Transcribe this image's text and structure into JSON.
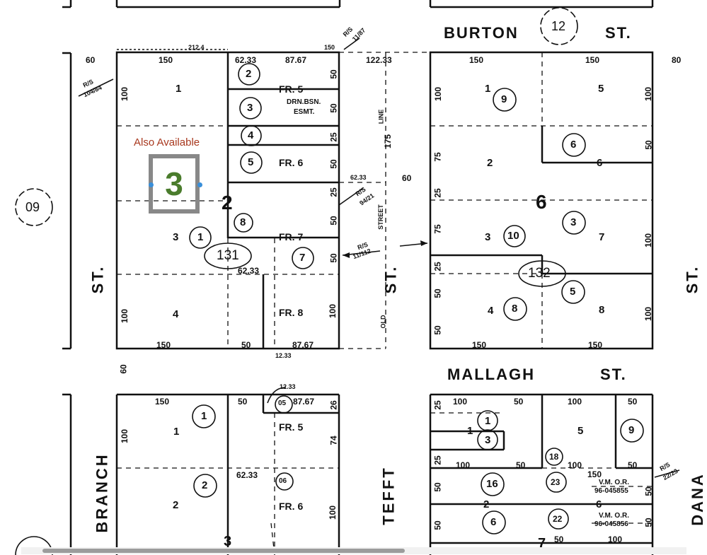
{
  "streets": {
    "burton": "BURTON",
    "burton_st": "ST.",
    "mallagh": "MALLAGH",
    "mallagh_st": "ST.",
    "left_st": "ST.",
    "branch": "BRANCH",
    "middle_st": "ST.",
    "tefft": "TEFFT",
    "right_st": "ST.",
    "dana": "DANA"
  },
  "book_circles": {
    "top": "12",
    "left": "09"
  },
  "block_numbers": {
    "left_block": "2",
    "right_block": "6",
    "left_oval": "131",
    "right_oval": "132"
  },
  "overlay": {
    "also_available": "Also Available",
    "badge_number": "3",
    "bottom_circle_partial": "3"
  },
  "labels": {
    "drainage": "DRN.BSN.",
    "easement": "ESMT.",
    "street_line": "LINE",
    "street_word": "STREET",
    "old": "OLD",
    "rs_1": "R/S",
    "rs_1_val": "11/87",
    "rs_2": "R/S",
    "rs_2_val": "104/84",
    "rs_3": "R/S",
    "rs_3_val": "94/21",
    "rs_4": "R/S",
    "rs_4_val": "11/112",
    "rs_5": "R/S",
    "rs_5_val": "22/23",
    "vm1": "V.M.  O.R.",
    "vm1_val": "96-045855",
    "vm2": "V.M.  O.R.",
    "vm2_val": "96-045856"
  },
  "dims": {
    "d60a": "60",
    "d150a": "150",
    "d2124": "212.4",
    "d6233a": "62.33",
    "d8767a": "87.67",
    "d150b": "150",
    "d12233": "122.33",
    "d150c": "150",
    "d150d": "150",
    "d80": "80",
    "d60b": "60",
    "d6233b": "62.33",
    "d6233c": "62.33",
    "d150e": "150",
    "d50a": "50",
    "d8767b": "87.67",
    "d1233a": "12.33",
    "d150f": "150",
    "d150g": "150",
    "d60c": "60",
    "d1233b": "12.33",
    "d150h": "150",
    "d50b": "50",
    "d8767c": "87.67",
    "d6233d": "62.33",
    "d100a": "100",
    "d50c": "50",
    "d100b": "100",
    "d50d": "50",
    "d100c": "100",
    "d50e": "50",
    "d100d": "100",
    "d50f": "50",
    "d150i": "150",
    "d100e": "100",
    "d50g": "50",
    "d100f": "100",
    "v100a": "100",
    "v50a": "50",
    "v50b": "50",
    "v25a": "25",
    "v50c": "50",
    "v25b": "25",
    "v50d": "50",
    "v50e": "50",
    "v100b": "100",
    "v175": "175",
    "v100c": "100",
    "v75a": "75",
    "v25c": "25",
    "v75b": "75",
    "v25d": "25",
    "v50f": "50",
    "v50g": "50",
    "v100d": "100",
    "v50h": "50",
    "v100e": "100",
    "v100f": "100",
    "v100g": "100",
    "v26": "26",
    "v74": "74",
    "v100h": "100",
    "v25e": "25",
    "v25f": "25",
    "v50i": "50",
    "v50j": "50",
    "v50k": "50",
    "v50l": "50"
  },
  "lots": {
    "l1a": "1",
    "l3a": "3",
    "l4a": "4",
    "fr5a": "FR. 5",
    "fr6a": "FR. 6",
    "fr7a": "FR. 7",
    "fr8a": "FR. 8",
    "l1b": "1",
    "l2b": "2",
    "l3b": "3",
    "l4b": "4",
    "l5b": "5",
    "l6b": "6",
    "l7b": "7",
    "l8b": "8",
    "l1c": "1",
    "l2c": "2",
    "fr5c": "FR. 5",
    "fr6c": "FR. 6",
    "l1d": "1",
    "l5d": "5",
    "l2d": "2",
    "l6d": "6",
    "l7d": "7"
  },
  "circles": {
    "c2": "2",
    "c3": "3",
    "c4": "4",
    "c5": "5",
    "c8": "8",
    "c1": "1",
    "c7": "7",
    "c9": "9",
    "c6": "6",
    "c10": "10",
    "c3r": "3",
    "c5r": "5",
    "c8r": "8",
    "c1bl": "1",
    "c2bl": "2",
    "c05": "05",
    "c06": "06",
    "c1br": "1",
    "c3br": "3",
    "c9br": "9",
    "c18": "18",
    "c16": "16",
    "c23": "23",
    "c6br": "6",
    "c22": "22"
  }
}
